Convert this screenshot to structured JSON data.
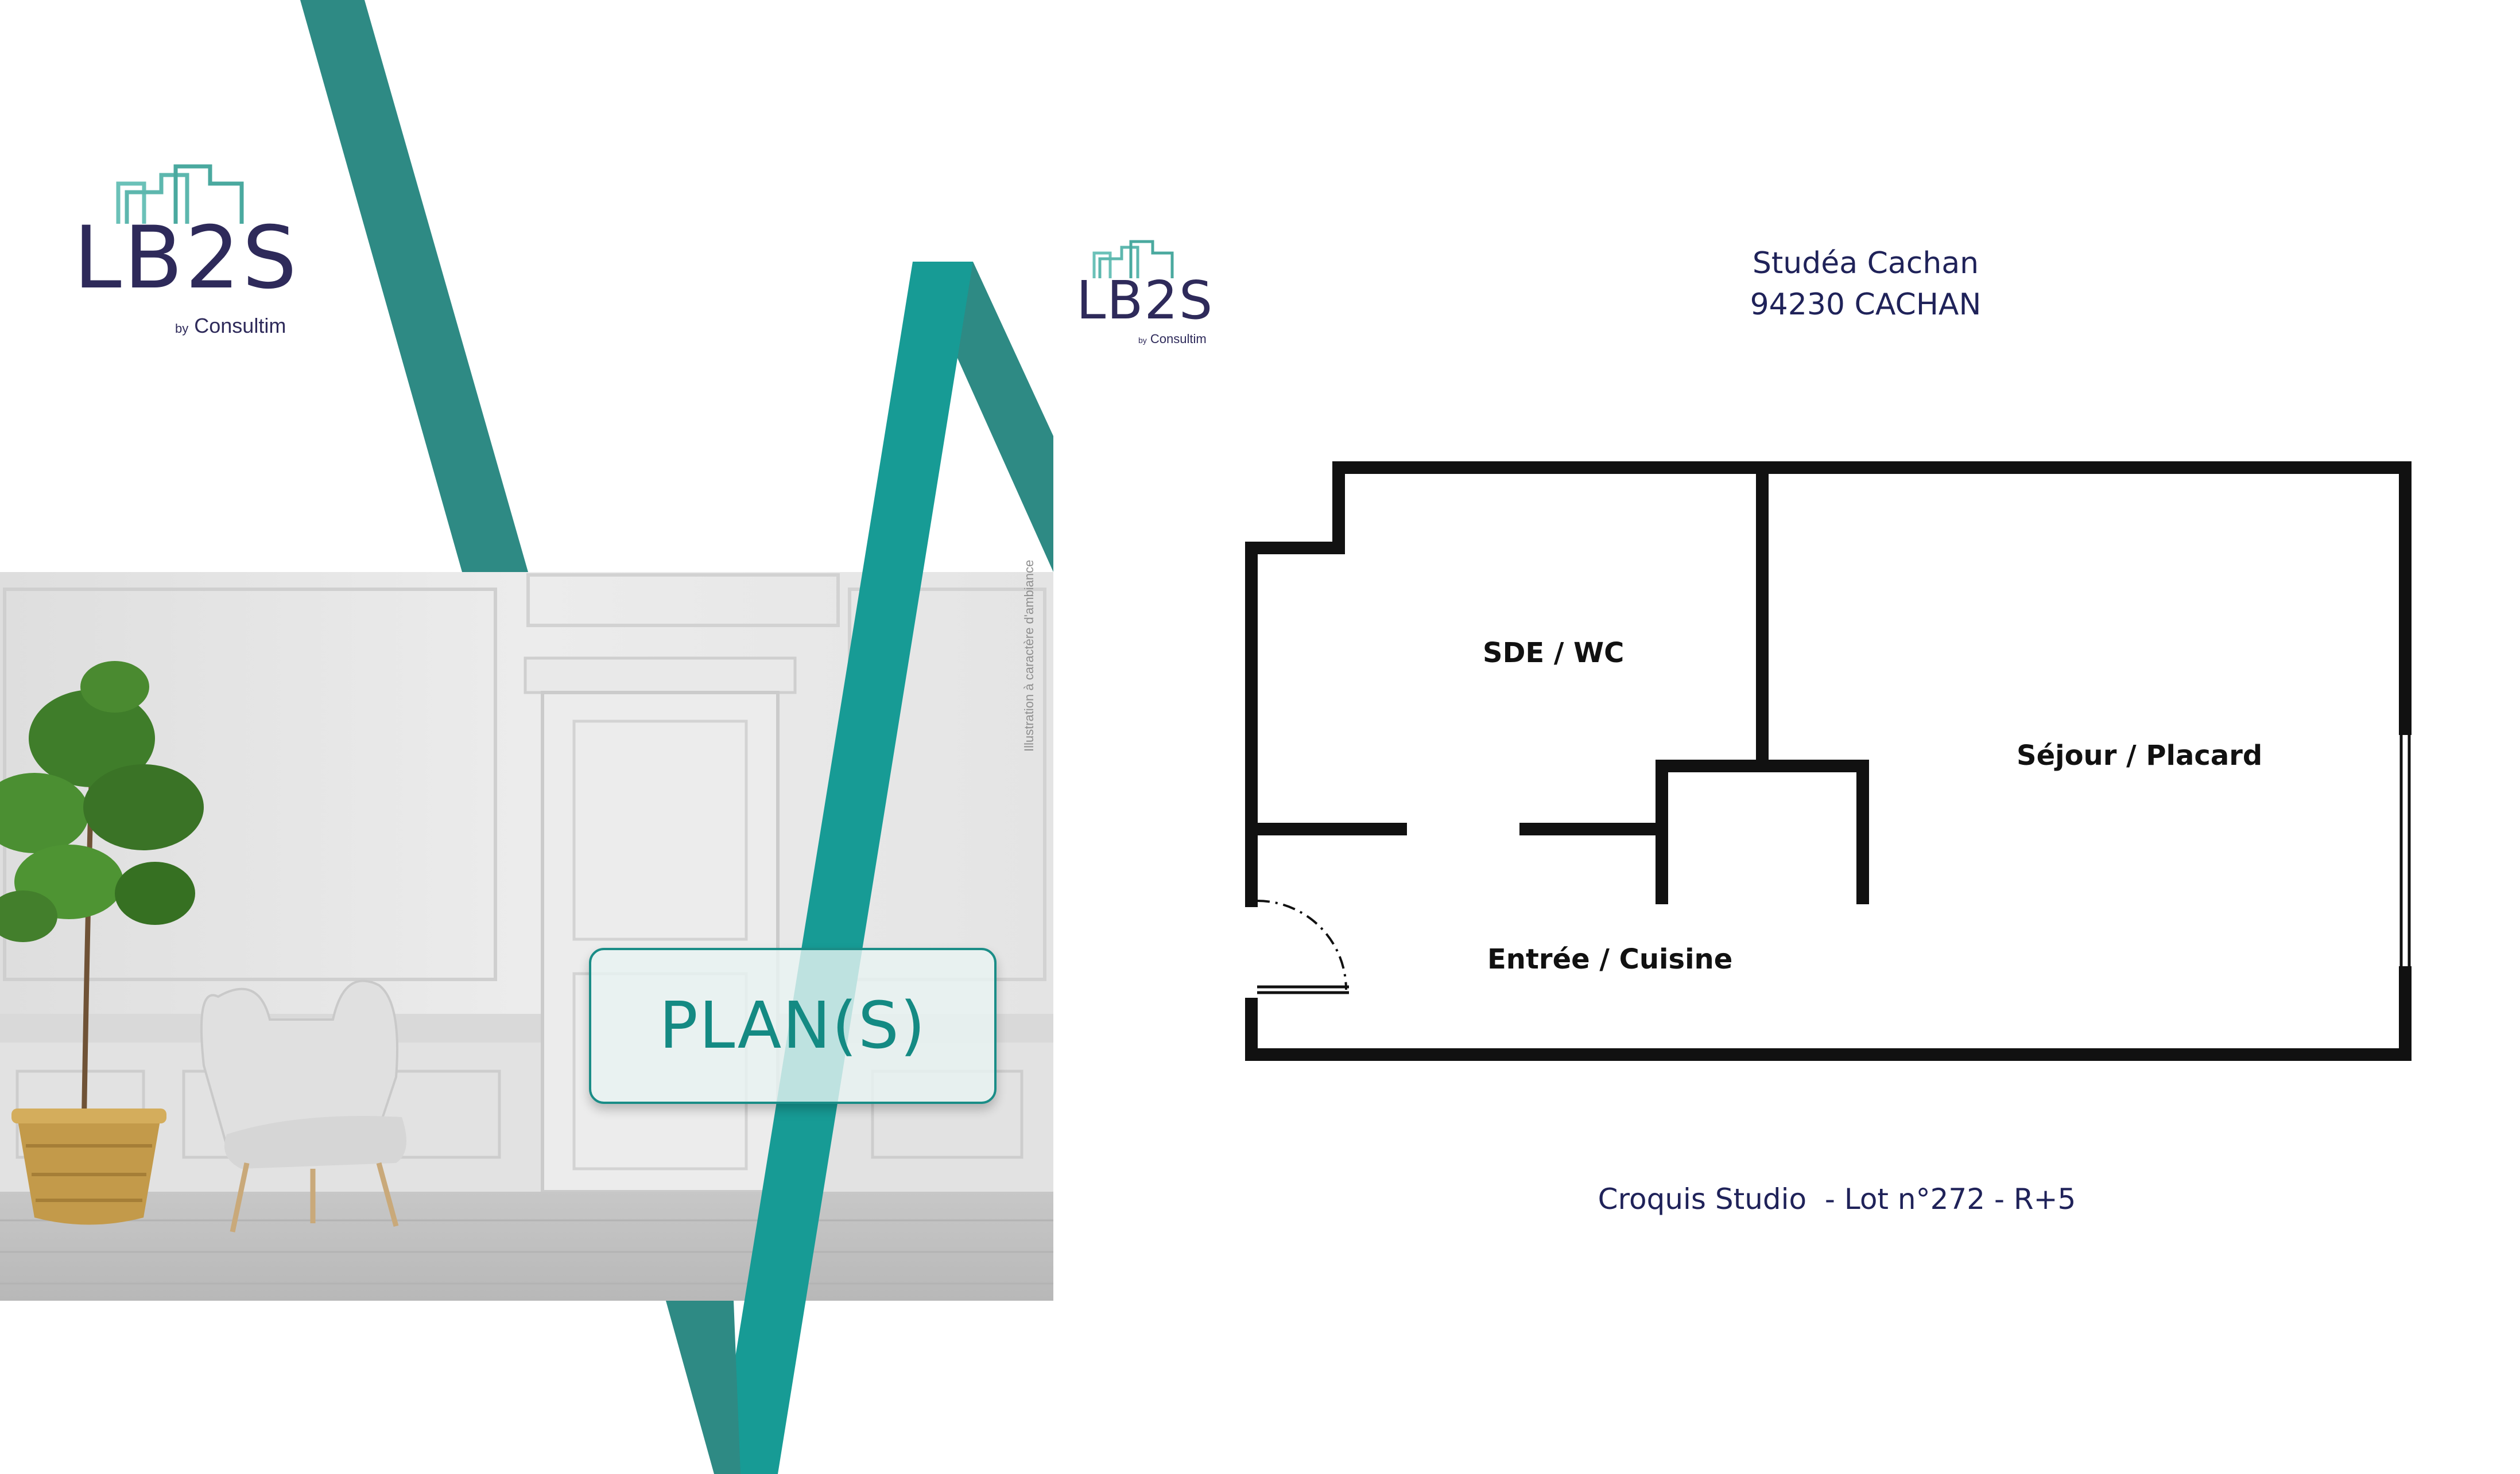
{
  "brand": {
    "logo_main": "LB2S",
    "logo_by": "by",
    "logo_company": "Consultim"
  },
  "cover": {
    "section_label": "PLAN(S)",
    "photo_note": "Illustration à caractère d'ambiance"
  },
  "address": {
    "line1": "Studéa Cachan",
    "line2": "94230 CACHAN"
  },
  "floorplan": {
    "rooms": {
      "sde_wc": "SDE / WC",
      "sejour": "Séjour / Placard",
      "entree": "Entrée / Cuisine"
    },
    "caption": "Croquis Studio  - Lot n°272 - R+5"
  },
  "colors": {
    "teal": "#2e8a84",
    "teal_bright": "#179b95",
    "navy": "#1f2259",
    "wall": "#111111"
  }
}
